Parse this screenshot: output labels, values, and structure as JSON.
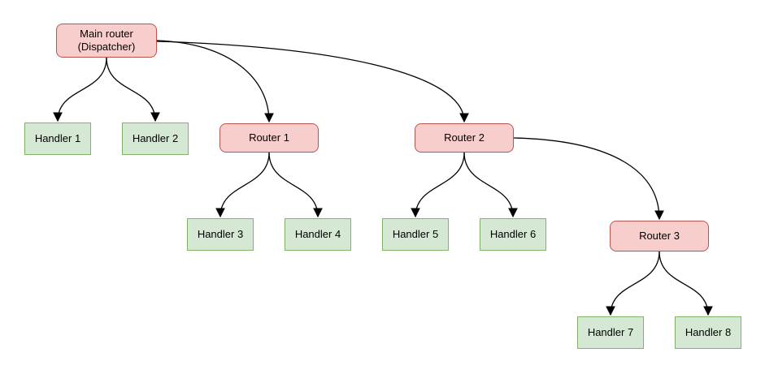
{
  "diagram": {
    "background": "#ffffff",
    "colors": {
      "router_fill": "#f8cecc",
      "router_border": "#b85450",
      "handler_fill": "#d5e8d4",
      "handler_border": "#82b366",
      "connector": "#000000",
      "text": "#000000"
    },
    "nodes": [
      {
        "id": "main-router",
        "label": "Main router\n(Dispatcher)",
        "type": "router"
      },
      {
        "id": "handler-1",
        "label": "Handler 1",
        "type": "handler"
      },
      {
        "id": "handler-2",
        "label": "Handler 2",
        "type": "handler"
      },
      {
        "id": "router-1",
        "label": "Router 1",
        "type": "router"
      },
      {
        "id": "router-2",
        "label": "Router 2",
        "type": "router"
      },
      {
        "id": "handler-3",
        "label": "Handler 3",
        "type": "handler"
      },
      {
        "id": "handler-4",
        "label": "Handler 4",
        "type": "handler"
      },
      {
        "id": "handler-5",
        "label": "Handler 5",
        "type": "handler"
      },
      {
        "id": "handler-6",
        "label": "Handler 6",
        "type": "handler"
      },
      {
        "id": "router-3",
        "label": "Router 3",
        "type": "router"
      },
      {
        "id": "handler-7",
        "label": "Handler 7",
        "type": "handler"
      },
      {
        "id": "handler-8",
        "label": "Handler 8",
        "type": "handler"
      }
    ],
    "edges": [
      {
        "from": "main-router",
        "to": "handler-1"
      },
      {
        "from": "main-router",
        "to": "handler-2"
      },
      {
        "from": "main-router",
        "to": "router-1"
      },
      {
        "from": "main-router",
        "to": "router-2"
      },
      {
        "from": "router-1",
        "to": "handler-3"
      },
      {
        "from": "router-1",
        "to": "handler-4"
      },
      {
        "from": "router-2",
        "to": "handler-5"
      },
      {
        "from": "router-2",
        "to": "handler-6"
      },
      {
        "from": "router-2",
        "to": "router-3"
      },
      {
        "from": "router-3",
        "to": "handler-7"
      },
      {
        "from": "router-3",
        "to": "handler-8"
      }
    ]
  }
}
